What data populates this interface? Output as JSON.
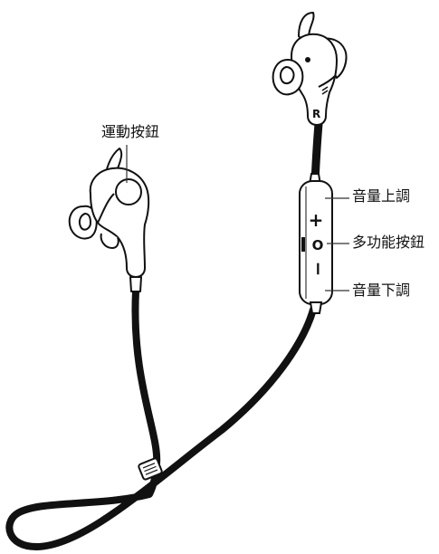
{
  "labels": {
    "sport_button": "運動按鈕",
    "volume_up": "音量上調",
    "multi_function_button": "多功能按鈕",
    "volume_down": "音量下調"
  },
  "earbud_marks": {
    "right_side": "R"
  },
  "remote_symbols": {
    "plus": "+",
    "center": "O",
    "minus": "−"
  }
}
